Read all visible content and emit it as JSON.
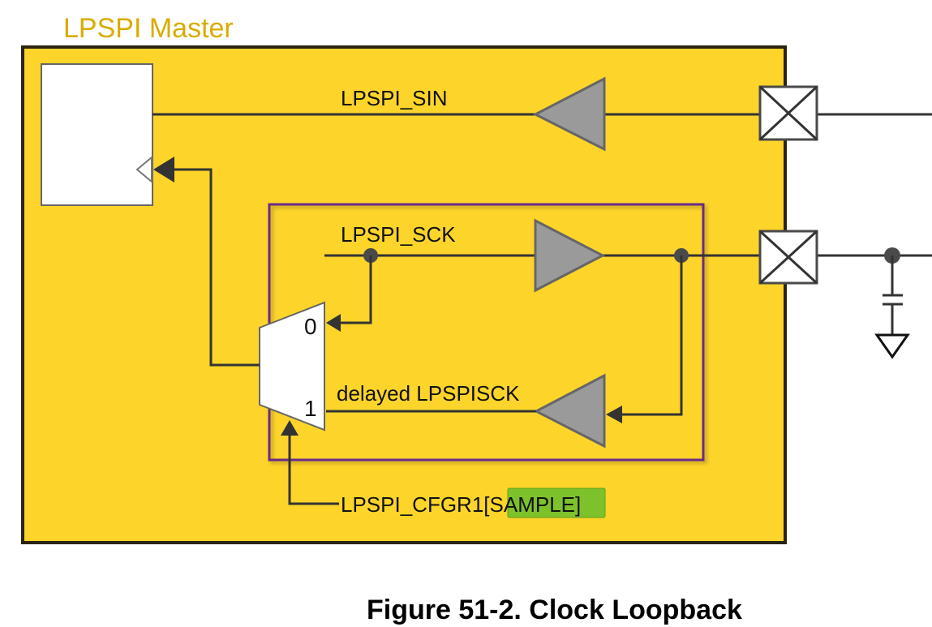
{
  "diagram": {
    "block_title": "LPSPI Master",
    "signals": {
      "sin": "LPSPI_SIN",
      "sck": "LPSPI_SCK",
      "delayed_sck": "delayed LPSPISCK",
      "cfgr_prefix": "LPSPI_CFGR1[",
      "cfgr_field": "SAMPLE",
      "cfgr_suffix": "]"
    },
    "mux_inputs": {
      "input0": "0",
      "input1": "1"
    },
    "caption": "Figure 51-2. Clock Loopback",
    "colors": {
      "block_fill": "#fdd42a",
      "block_border": "#2a2410",
      "loop_box_border": "#6a2a8a",
      "title": "#d9ac00",
      "field_highlight": "#7dc22b",
      "buffer_fill": "#9a9a9a",
      "wire": "#333333"
    }
  }
}
